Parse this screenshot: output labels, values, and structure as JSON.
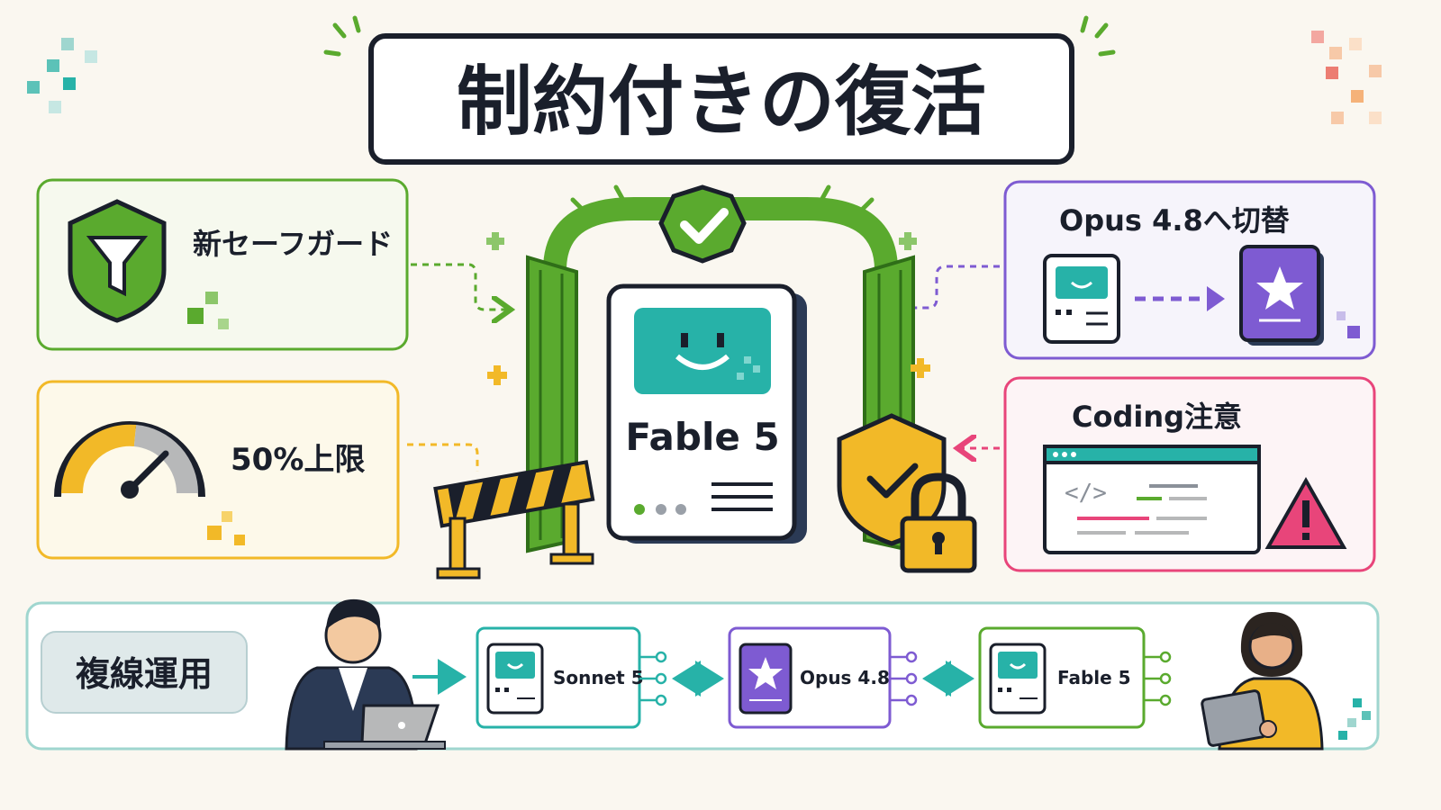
{
  "title": "制約付きの復活",
  "center": {
    "model_label": "Fable 5"
  },
  "left_panels": {
    "safeguard": {
      "label": "新セーフガード"
    },
    "limit": {
      "label": "50%上限"
    }
  },
  "right_panels": {
    "switch": {
      "label": "Opus 4.8へ切替"
    },
    "coding": {
      "label": "Coding注意",
      "code_glyph": "</>"
    }
  },
  "bottom": {
    "badge": "複線運用",
    "models": [
      {
        "name": "Sonnet 5"
      },
      {
        "name": "Opus 4.8"
      },
      {
        "name": "Fable 5"
      }
    ]
  },
  "colors": {
    "green": "#5aaa2e",
    "yellow": "#f2b928",
    "purple": "#7e5bd2",
    "pink": "#e8457a",
    "teal": "#27b2a8",
    "dark": "#1a1f2b"
  },
  "icons": [
    "sparkle-icon",
    "funnel-shield-icon",
    "gauge-icon",
    "check-badge-icon",
    "smiley-screen-icon",
    "star-card-icon",
    "warning-icon",
    "padlock-icon",
    "shield-check-icon",
    "barrier-icon",
    "laptop-icon",
    "tablet-icon"
  ]
}
